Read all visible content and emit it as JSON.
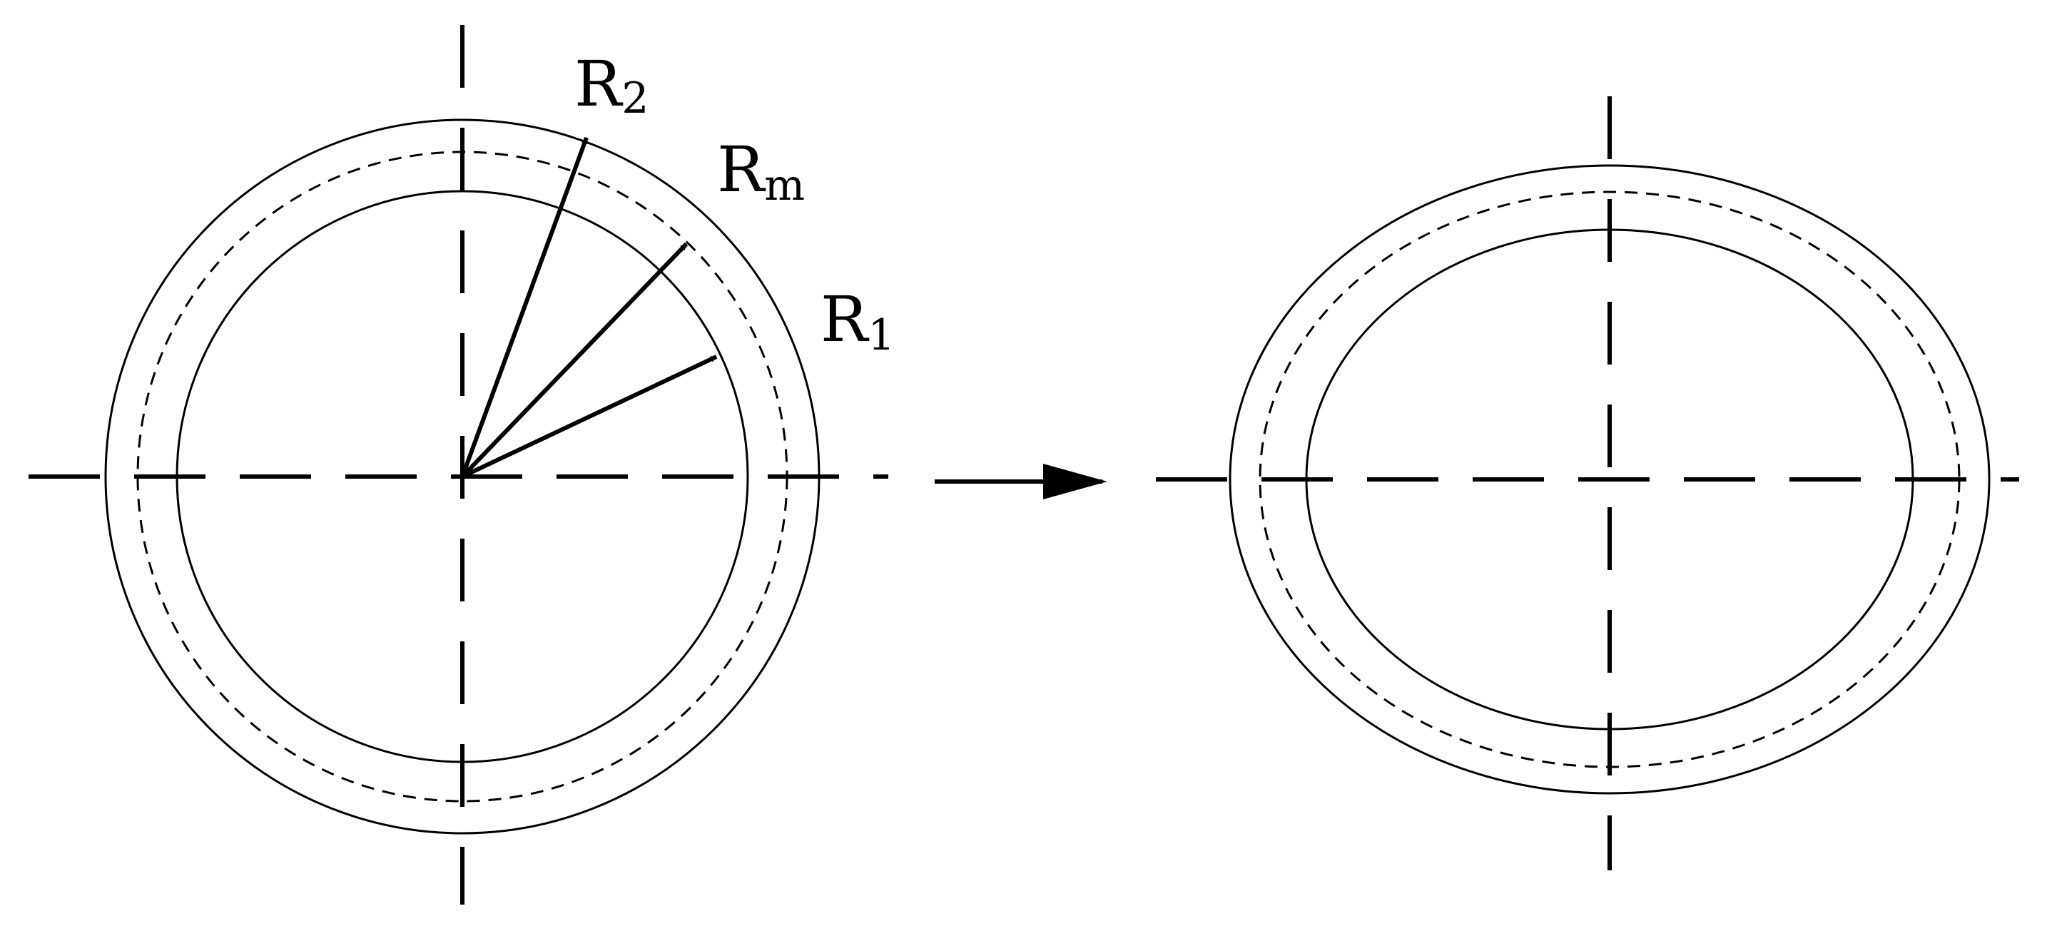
{
  "diagram": {
    "left_figure": {
      "shape": "circle",
      "radius_labels": {
        "outer": {
          "base": "R",
          "sub": "2"
        },
        "middle": {
          "base": "R",
          "sub": "m"
        },
        "inner": {
          "base": "R",
          "sub": "1"
        }
      }
    },
    "transition": {
      "icon": "right-arrow-icon"
    },
    "right_figure": {
      "shape": "ellipse"
    },
    "colors": {
      "stroke": "#000000",
      "background": "#ffffff"
    }
  }
}
